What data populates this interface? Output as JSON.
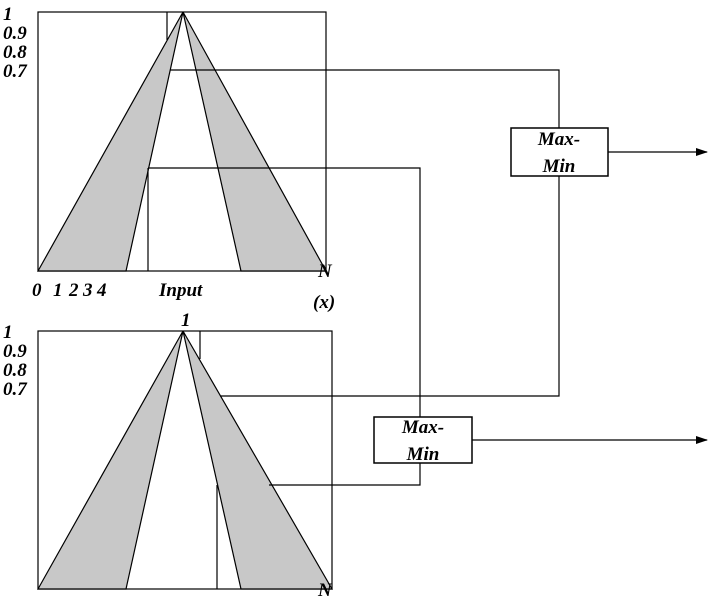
{
  "top_panel": {
    "y_ticks": [
      "1",
      "0.9",
      "0.8",
      "0.7"
    ],
    "x_ticks": [
      "0",
      "1",
      "2",
      "3",
      "4"
    ],
    "x_label": "Input",
    "x_end": "N",
    "x_unit": "(x)"
  },
  "bottom_panel": {
    "y_ticks": [
      "1",
      "0.9",
      "0.8",
      "0.7"
    ],
    "peak_label": "1",
    "x_end": "N"
  },
  "operators": [
    {
      "line1": "Max-",
      "line2": "Min"
    },
    {
      "line1": "Max-",
      "line2": "Min"
    }
  ],
  "colors": {
    "band_fill": "#c8c8c8",
    "stroke": "#000000"
  }
}
